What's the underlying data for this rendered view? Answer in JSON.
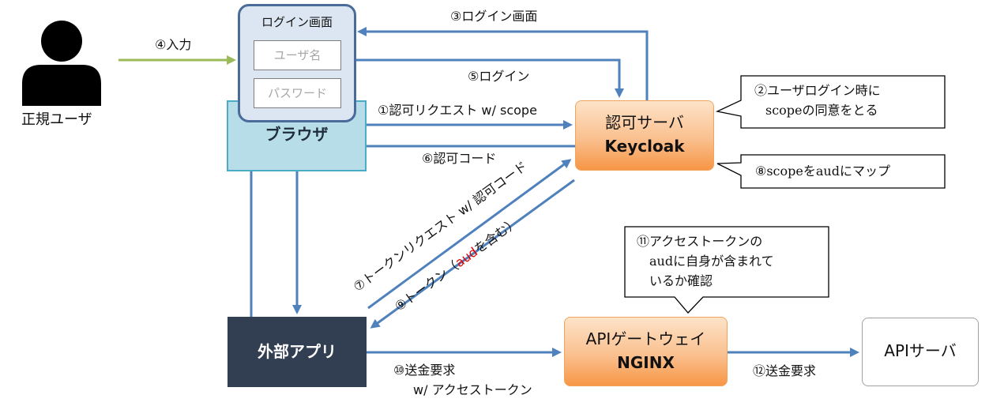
{
  "user": {
    "label": "正規ユーザ",
    "icon": "user-silhouette-icon"
  },
  "login_window": {
    "title": "ログイン画面",
    "username_placeholder": "ユーザ名",
    "password_placeholder": "パスワード"
  },
  "browser": {
    "label": "ブラウザ"
  },
  "auth_server": {
    "line1": "認可サーバ",
    "line2": "Keycloak"
  },
  "external_app": {
    "label": "外部アプリ"
  },
  "api_gateway": {
    "line1": "APIゲートウェイ",
    "line2": "NGINX"
  },
  "api_server": {
    "label": "APIサーバ"
  },
  "edges": {
    "e1": "①認可リクエスト w/ scope",
    "e3": "③ログイン画面",
    "e4": "④入力",
    "e5": "⑤ログイン",
    "e6": "⑥認可コード",
    "e7": "⑦トークンリクエスト w/ 認可コード",
    "e9_pre": "⑨トークン（",
    "e9_aud": "aud",
    "e9_post": "を含む）",
    "e10_line1": "⑩送金要求",
    "e10_line2": "w/ アクセストークン",
    "e12": "⑫送金要求"
  },
  "callouts": {
    "c2_line1": "②ユーザログイン時に",
    "c2_line2": "scopeの同意をとる",
    "c8": "⑧scopeをaudにマップ",
    "c11_line1": "⑪アクセストークンの",
    "c11_line2": "audに自身が含まれて",
    "c11_line3": "いるか確認"
  },
  "colors": {
    "arrow_blue": "#4f81bd",
    "arrow_green": "#9bbb59",
    "accent_red": "#e00000",
    "ext_app_fill": "#323e51",
    "browser_fill": "#b6dde8",
    "orange_fill": "#fac08f"
  }
}
